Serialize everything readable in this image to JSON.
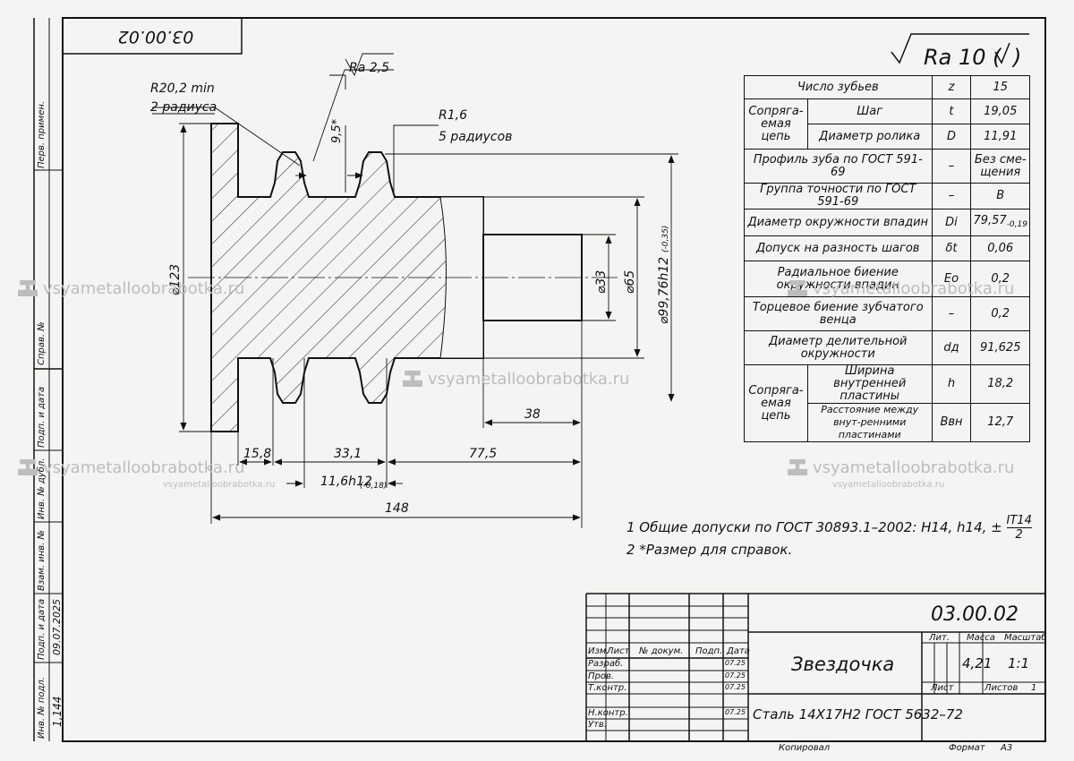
{
  "doc_number_rotated": "03.00.02",
  "roughness": "Ra 10 (",
  "roughness_close": ")",
  "drawing": {
    "labels": {
      "ra_local": "Ra 2,5",
      "r_min": "R20,2 min",
      "r_min_note": "2 радиуса",
      "r16": "R1,6",
      "r16_note": "5 радиусов",
      "dim_95": "9,5*",
      "dim_d123": "⌀123",
      "dim_d33": "⌀33",
      "dim_d65": "⌀65",
      "dim_d99": "⌀99,76h12",
      "dim_d99_tol": "(-0,35)",
      "dim_38": "38",
      "dim_158": "15,8",
      "dim_331": "33,1",
      "dim_775": "77,5",
      "dim_116": "11,6h12",
      "dim_116_tol": "(-0,18)",
      "dim_148": "148"
    }
  },
  "params": {
    "rows": [
      {
        "name": "Число зубьев",
        "sym": "z",
        "val": "15"
      },
      {
        "group": "Сопряга-емая цепь",
        "name": "Шаг",
        "sym": "t",
        "val": "19,05"
      },
      {
        "name": "Диаметр ролика",
        "sym": "D",
        "val": "11,91"
      },
      {
        "name": "Профиль зуба по ГОСТ 591-69",
        "sym": "–",
        "val": "Без сме-щения"
      },
      {
        "name": "Группа точности по ГОСТ 591-69",
        "sym": "–",
        "val": "B"
      },
      {
        "name": "Диаметр окружности впадин",
        "sym": "Di",
        "val": "79,57",
        "tol": "-0,19"
      },
      {
        "name": "Допуск на разность шагов",
        "sym": "δt",
        "val": "0,06"
      },
      {
        "name": "Радиальное биение окружности впадин",
        "sym": "Eo",
        "val": "0,2"
      },
      {
        "name": "Торцевое биение зубчатого венца",
        "sym": "–",
        "val": "0,2"
      },
      {
        "name": "Диаметр делительной окружности",
        "sym": "dд",
        "val": "91,625"
      },
      {
        "group": "Сопряга-емая цепь",
        "name": "Ширина внутренней пластины",
        "sym": "h",
        "val": "18,2"
      },
      {
        "name": "Расстояние между внут-ренними пластинами",
        "sym": "Ввн",
        "val": "12,7"
      }
    ]
  },
  "notes": {
    "n1": "1  Общие допуски по ГОСТ 30893.1–2002: H14, h14, ±",
    "n1_num": "IT14",
    "n1_den": "2",
    "n2": "2  *Размер для справок."
  },
  "title_block": {
    "doc_number": "03.00.02",
    "part_name": "Звездочка",
    "material": "Сталь 14Х17Н2 ГОСТ 5632–72",
    "h_izm": "Изм.",
    "h_list": "Лист",
    "h_docnum": "№ докум.",
    "h_sign": "Подп.",
    "h_date": "Дата",
    "r_razrab": "Разраб.",
    "r_prov": "Пров.",
    "r_tkontr": "Т.контр.",
    "r_nkontr": "Н.контр.",
    "r_utv": "Утв.",
    "h_lit": "Лит.",
    "h_mass": "Масса",
    "h_scale": "Масштаб",
    "mass": "4,21",
    "scale": "1:1",
    "sheet_label": "Лист",
    "sheets_label": "Листов",
    "sheets": "1",
    "copied": "Копировал",
    "format_label": "Формат",
    "format": "А3",
    "date1": "07.25",
    "date2": "07.25",
    "date3": "07.25",
    "date4": "07.25"
  },
  "left_strip": {
    "perv_primen": "Перв. примен.",
    "sprav": "Справ. №",
    "podp_data": "Подп. и дата",
    "inv_dubl": "Инв. № дубл.",
    "vzam_inv": "Взам. инв. №",
    "podp_data2": "Подп. и дата",
    "inv_podl": "Инв. № подл.",
    "inv_value": "1,144",
    "date_value": "09.07.2025"
  },
  "watermark": {
    "text": "vsyametalloobrabotka.ru",
    "small": "vsyametalloobrabotka.ru"
  }
}
